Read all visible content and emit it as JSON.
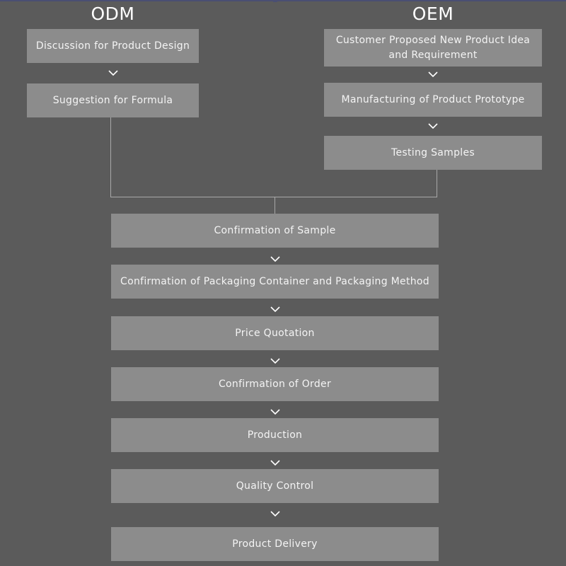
{
  "odm": {
    "title": "ODM",
    "steps": [
      "Discussion for Product Design",
      "Suggestion for Formula"
    ]
  },
  "oem": {
    "title": "OEM",
    "steps": [
      "Customer Proposed New Product Idea and Requirement",
      "Manufacturing of Product Prototype",
      "Testing Samples"
    ]
  },
  "common_steps": [
    "Confirmation of Sample",
    "Confirmation of Packaging Container and Packaging Method",
    "Price Quotation",
    "Confirmation of Order",
    "Production",
    "Quality Control",
    "Product Delivery"
  ],
  "colors": {
    "background": "#5b5b5b",
    "box": "#8c8c8c",
    "text": "#ffffff",
    "connector": "#a8a8a8",
    "accent_bar": "#4a4f73"
  },
  "icons": {
    "step_arrow": "chevron-down-icon"
  }
}
